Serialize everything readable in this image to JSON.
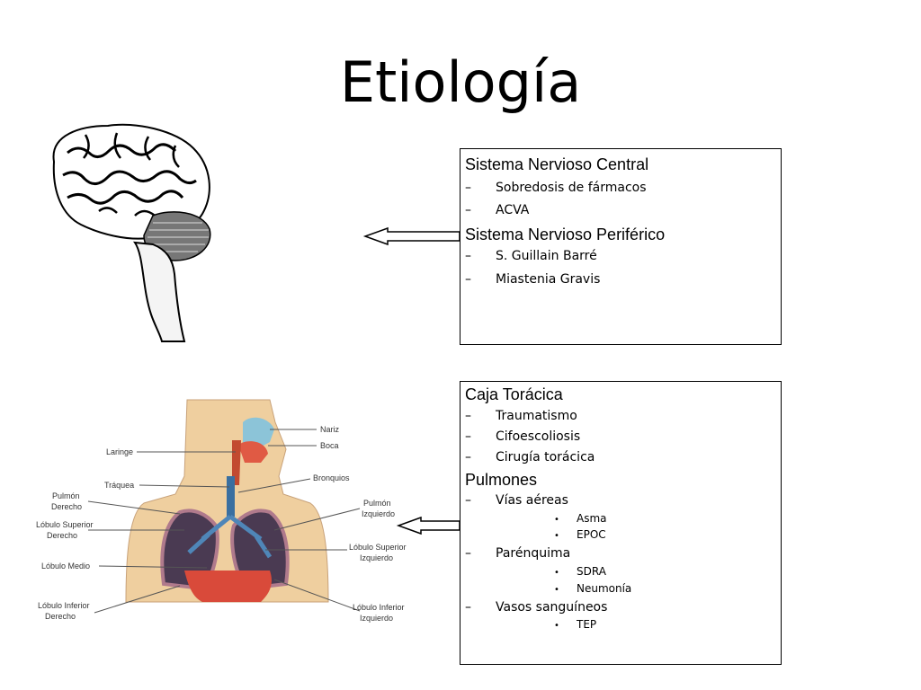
{
  "title": "Etiología",
  "box_top": {
    "sections": [
      {
        "heading": "Sistema Nervioso Central",
        "items": [
          "Sobredosis de fármacos",
          "ACVA"
        ]
      },
      {
        "heading": "Sistema Nervioso Periférico",
        "items": [
          "S. Guillain Barré",
          "Miastenia Gravis"
        ]
      }
    ]
  },
  "box_bottom": {
    "sections": [
      {
        "heading": "Caja Torácica",
        "items": [
          "Traumatismo",
          "Cifoescoliosis",
          "Cirugía torácica"
        ]
      },
      {
        "heading": "Pulmones",
        "items": [
          "Vías aéreas",
          "Parénquima",
          "Vasos sanguíneos"
        ]
      }
    ],
    "sub_items": {
      "vias_aereas": [
        "Asma",
        "EPOC"
      ],
      "parenquima": [
        "SDRA",
        "Neumonía"
      ],
      "vasos": [
        "TEP"
      ]
    }
  },
  "dash": "–",
  "bullet": "•",
  "anatomy_labels": {
    "nariz": "Nariz",
    "boca": "Boca",
    "laringe": "Laringe",
    "bronquios": "Bronquios",
    "traquea": "Tráquea",
    "pulmon_derecho": [
      "Pulmón",
      "Derecho"
    ],
    "pulmon_izquierdo": [
      "Pulmón",
      "Izquierdo"
    ],
    "lobulo_sup_der": [
      "Lóbulo Superior",
      "Derecho"
    ],
    "lobulo_sup_izq": [
      "Lóbulo Superior",
      "Izquierdo"
    ],
    "lobulo_medio": "Lóbulo Medio",
    "lobulo_inf_der": [
      "Lóbulo Inferior",
      "Derecho"
    ],
    "lobulo_inf_izq": [
      "Lóbulo Inferior",
      "Izquierdo"
    ]
  },
  "icons": {
    "brain": "brain-illustration",
    "torso": "respiratory-system-illustration",
    "arrow": "left-arrow-icon"
  }
}
